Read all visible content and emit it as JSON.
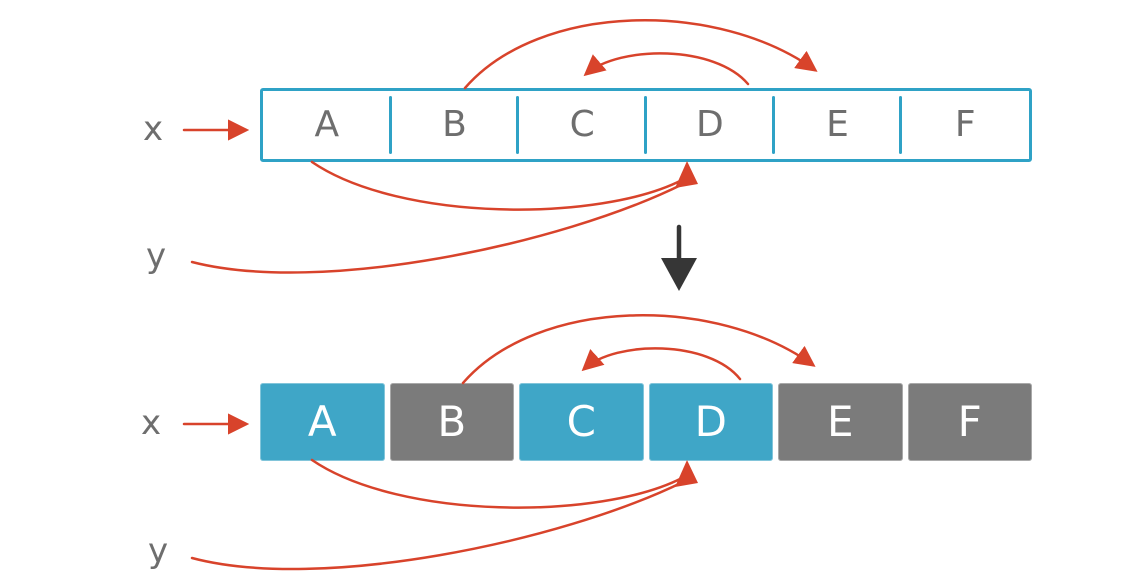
{
  "colors": {
    "blue": "#3FA6C7",
    "border_blue": "#2FA2C6",
    "gray": "#7B7B7B",
    "red": "#D8432B",
    "black": "#363636",
    "text_gray": "#6E6E6E",
    "background": "#FFFFFF"
  },
  "top_diagram": {
    "x_label": "x",
    "y_label": "y",
    "cells": [
      {
        "label": "A"
      },
      {
        "label": "B"
      },
      {
        "label": "C"
      },
      {
        "label": "D"
      },
      {
        "label": "E"
      },
      {
        "label": "F"
      }
    ],
    "references": [
      {
        "from": "x",
        "to": "array-start"
      },
      {
        "from": "y",
        "to": "D"
      },
      {
        "from": "A",
        "to": "D"
      },
      {
        "from": "B",
        "to": "E"
      },
      {
        "from": "D",
        "to": "C"
      }
    ]
  },
  "transition": {
    "icon": "down-arrow"
  },
  "bottom_diagram": {
    "x_label": "x",
    "y_label": "y",
    "cells": [
      {
        "label": "A",
        "color": "blue"
      },
      {
        "label": "B",
        "color": "gray"
      },
      {
        "label": "C",
        "color": "blue"
      },
      {
        "label": "D",
        "color": "blue"
      },
      {
        "label": "E",
        "color": "gray"
      },
      {
        "label": "F",
        "color": "gray"
      }
    ],
    "references": [
      {
        "from": "x",
        "to": "array-start"
      },
      {
        "from": "y",
        "to": "D"
      },
      {
        "from": "A",
        "to": "D"
      },
      {
        "from": "B",
        "to": "E"
      },
      {
        "from": "D",
        "to": "C"
      }
    ]
  }
}
